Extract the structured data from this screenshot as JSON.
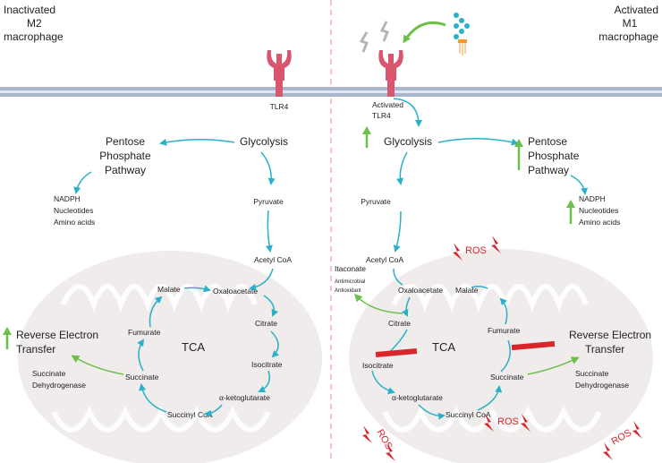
{
  "left_panel": {
    "title_line1": "Inactivated",
    "title_line2": "M2",
    "title_line3": "macrophage",
    "receptor": "TLR4",
    "glycolysis": "Glycolysis",
    "ppp": [
      "Pentose",
      "Phosphate",
      "Pathway"
    ],
    "products": [
      "NADPH",
      "Nucleotides",
      "Amino acids"
    ],
    "pyruvate": "Pyruvate",
    "acetyl_coa": "Acetyl CoA",
    "tca": "TCA",
    "cycle": [
      "Oxaloacetate",
      "Citrate",
      "Isocitrate",
      "α-ketoglutarate",
      "Succinyl CoA",
      "Succinate",
      "Fumurate",
      "Malate"
    ],
    "ret": [
      "Reverse Electron",
      "Transfer"
    ],
    "sdh": [
      "Succinate",
      "Dehydrogenase"
    ]
  },
  "right_panel": {
    "title_line1": "Activated",
    "title_line2": "M1",
    "title_line3": "macrophage",
    "receptor": [
      "Activated",
      "TLR4"
    ],
    "glycolysis": "Glycolysis",
    "ppp": [
      "Pentose",
      "Phosphate",
      "Pathway"
    ],
    "products": [
      "NADPH",
      "Nucleotides",
      "Amino acids"
    ],
    "pyruvate": "Pyruvate",
    "acetyl_coa": "Acetyl CoA",
    "itaconate": "Itaconate",
    "itaconate_roles": [
      "Antimicrobial",
      "Antioxidant"
    ],
    "tca": "TCA",
    "cycle": [
      "Oxaloacetate",
      "Malate",
      "Fumurate",
      "Succinate",
      "Succinyl CoA",
      "α-ketoglutarate",
      "Isocitrate",
      "Citrate"
    ],
    "ret": [
      "Reverse Electron",
      "Transfer"
    ],
    "sdh": [
      "Succinate",
      "Dehydrogenase"
    ],
    "ros": "ROS"
  },
  "colors": {
    "teal": "#2ab0c8",
    "green": "#6cc04a",
    "red": "#d9262b",
    "receptor": "#d9566e",
    "membrane": "#a9b6cc",
    "divider": "#e88a8a",
    "mito": "#efeceb"
  }
}
